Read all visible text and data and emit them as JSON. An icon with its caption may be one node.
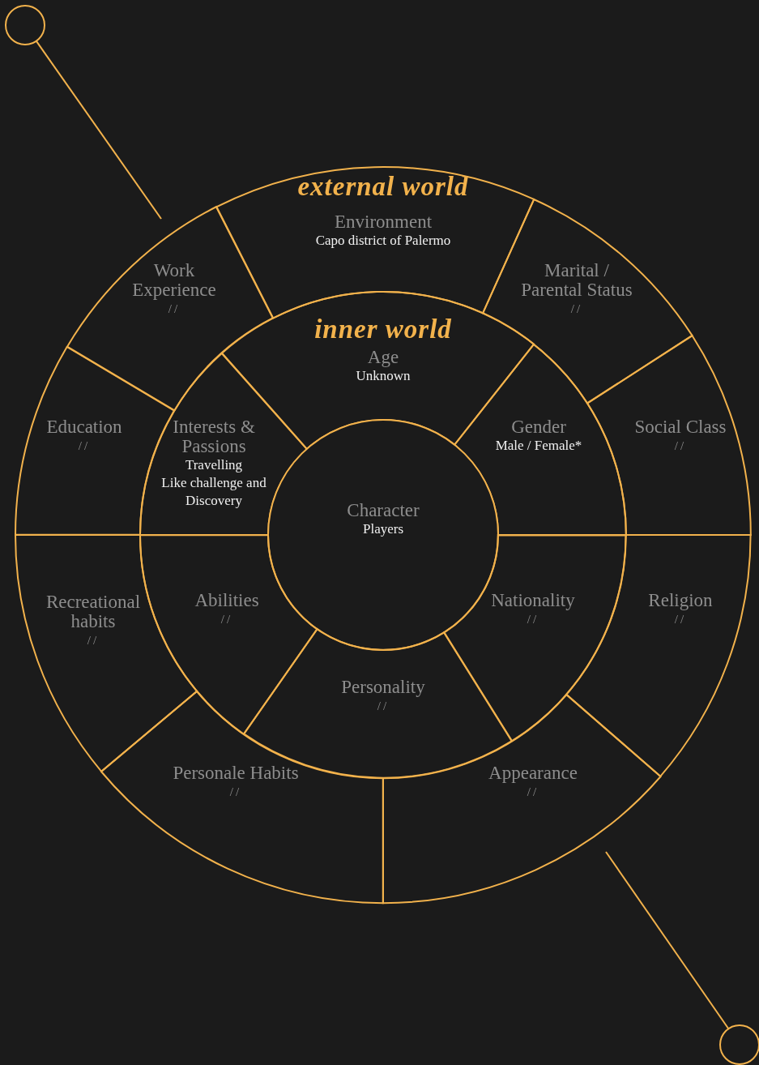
{
  "diagram": {
    "nodes": [
      {
        "text": [],
        "shape": "circle"
      },
      {
        "text": [
          "Environment",
          "Capo district of Palermo"
        ]
      },
      {
        "text": [
          "Work Experience",
          "//"
        ]
      },
      {
        "text": [
          "Marital / Parental Status",
          "//"
        ]
      },
      {
        "text": [
          "Age",
          "Unknown"
        ]
      },
      {
        "text": [
          "Education",
          "//"
        ]
      },
      {
        "text": [
          "Interests & Passions",
          "Travelling",
          "Like challenge and Discovery"
        ]
      },
      {
        "text": [
          "Gender",
          "Male / Female*"
        ]
      },
      {
        "text": [
          "Social Class",
          "//"
        ]
      },
      {
        "text": [
          "Character",
          "Players"
        ]
      },
      {
        "text": [
          "Recreational habits",
          "//"
        ]
      },
      {
        "text": [
          "Abilities",
          "//"
        ]
      },
      {
        "text": [
          "Nationality",
          "//"
        ]
      },
      {
        "text": [
          "Religion",
          "//"
        ]
      },
      {
        "text": [
          "Personality",
          "//"
        ]
      },
      {
        "text": [
          "Personale Habits",
          "//"
        ]
      },
      {
        "text": [
          "Appearance",
          "//"
        ]
      },
      {
        "text": [],
        "shape": "circle"
      }
    ],
    "edges": [
      {
        "from": 0,
        "to": null,
        "arrow": "none"
      },
      {
        "from": 17,
        "to": null,
        "arrow": "none"
      }
    ],
    "labels": [
      "external world",
      "inner world"
    ]
  }
}
